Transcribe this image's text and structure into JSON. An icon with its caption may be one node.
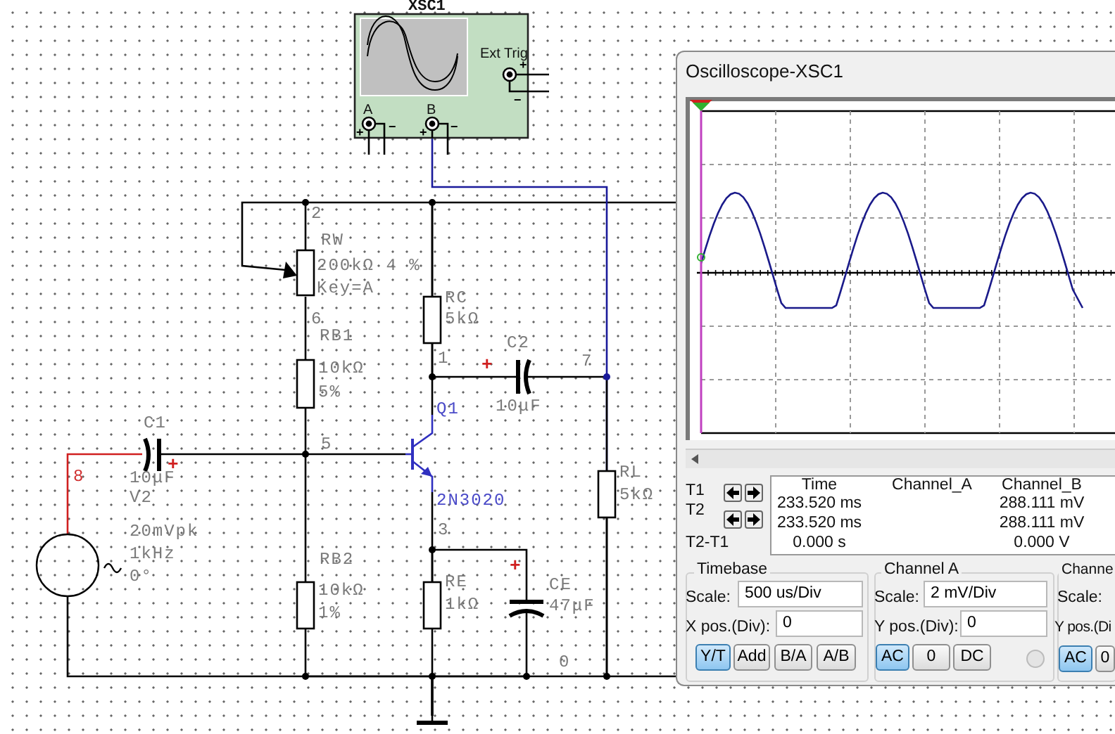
{
  "diagram": {
    "nodes": [
      {
        "text": [
          "XSC1",
          "A",
          "B",
          "Ext Trig"
        ]
      },
      {
        "text": [
          "RW",
          "200kΩ 4 %",
          "Key=A"
        ]
      },
      {
        "text": [
          "RB1",
          "10kΩ",
          "5%"
        ]
      },
      {
        "text": [
          "RC",
          "5kΩ"
        ]
      },
      {
        "text": [
          "C2",
          "10μF"
        ],
        "beside": [
          "+"
        ]
      },
      {
        "text": [
          "C1",
          "10μF"
        ],
        "beside": [
          "+"
        ]
      },
      {
        "text": [
          "Q1",
          "2N3020"
        ]
      },
      {
        "text": [
          "V2",
          "20mVpk",
          "1kHz",
          "0°"
        ]
      },
      {
        "text": [
          "RL",
          "5kΩ"
        ]
      },
      {
        "text": [
          "RB2",
          "10kΩ",
          "1%"
        ]
      },
      {
        "text": [
          "RE",
          "1kΩ"
        ]
      },
      {
        "text": [
          "CE",
          "47μF"
        ],
        "beside": [
          "+"
        ]
      },
      {
        "text": [],
        "shape": "bar"
      },
      {
        "text": [
          "Oscilloscope-XSC1"
        ]
      }
    ],
    "edges": [
      {
        "from": 1,
        "to": 3,
        "arrow": "none"
      },
      {
        "from": 3,
        "to": 13,
        "arrow": "none"
      },
      {
        "from": 0,
        "to": 8,
        "arrow": "none",
        "color": "#1a1a9a"
      },
      {
        "from": 1,
        "to": 2,
        "arrow": "none"
      },
      {
        "from": 2,
        "to": 9,
        "arrow": "none"
      },
      {
        "from": 5,
        "to": 6,
        "arrow": "none"
      },
      {
        "from": 7,
        "to": 5,
        "arrow": "none",
        "color": "#d02020"
      },
      {
        "from": 3,
        "to": 6,
        "arrow": "none"
      },
      {
        "from": 3,
        "to": 4,
        "arrow": "none"
      },
      {
        "from": 4,
        "to": 8,
        "arrow": "none"
      },
      {
        "from": 6,
        "to": 10,
        "arrow": "none"
      },
      {
        "from": 10,
        "to": 11,
        "arrow": "none"
      },
      {
        "from": 7,
        "to": 12,
        "arrow": "none"
      },
      {
        "from": 9,
        "to": 12,
        "arrow": "none"
      },
      {
        "from": 10,
        "to": 12,
        "arrow": "none"
      },
      {
        "from": 11,
        "to": 12,
        "arrow": "none"
      },
      {
        "from": 8,
        "to": 12,
        "arrow": "none"
      },
      {
        "from": 8,
        "to": 13,
        "arrow": "none"
      }
    ],
    "labels": [
      "+",
      "−",
      "+",
      "−",
      "+",
      "−",
      "2",
      "6",
      "1",
      "7",
      "5",
      "8",
      "3",
      "0",
      "T1",
      "T2",
      "T2-T1",
      "Time",
      "Channel_A",
      "Channel_B",
      "233.520 ms",
      "288.111 mV",
      "233.520 ms",
      "288.111 mV",
      "0.000 s",
      "0.000 V",
      "Timebase",
      "Scale:",
      "500 us/Div",
      "X pos.(Div):",
      "0",
      "Y/T",
      "Add",
      "B/A",
      "A/B",
      "Channel A",
      "Scale:",
      "2 mV/Div",
      "Y pos.(Div):",
      "0",
      "AC",
      "0",
      "DC",
      "Channe",
      "Scale:",
      "Y pos.(Di",
      "AC",
      "0"
    ]
  }
}
